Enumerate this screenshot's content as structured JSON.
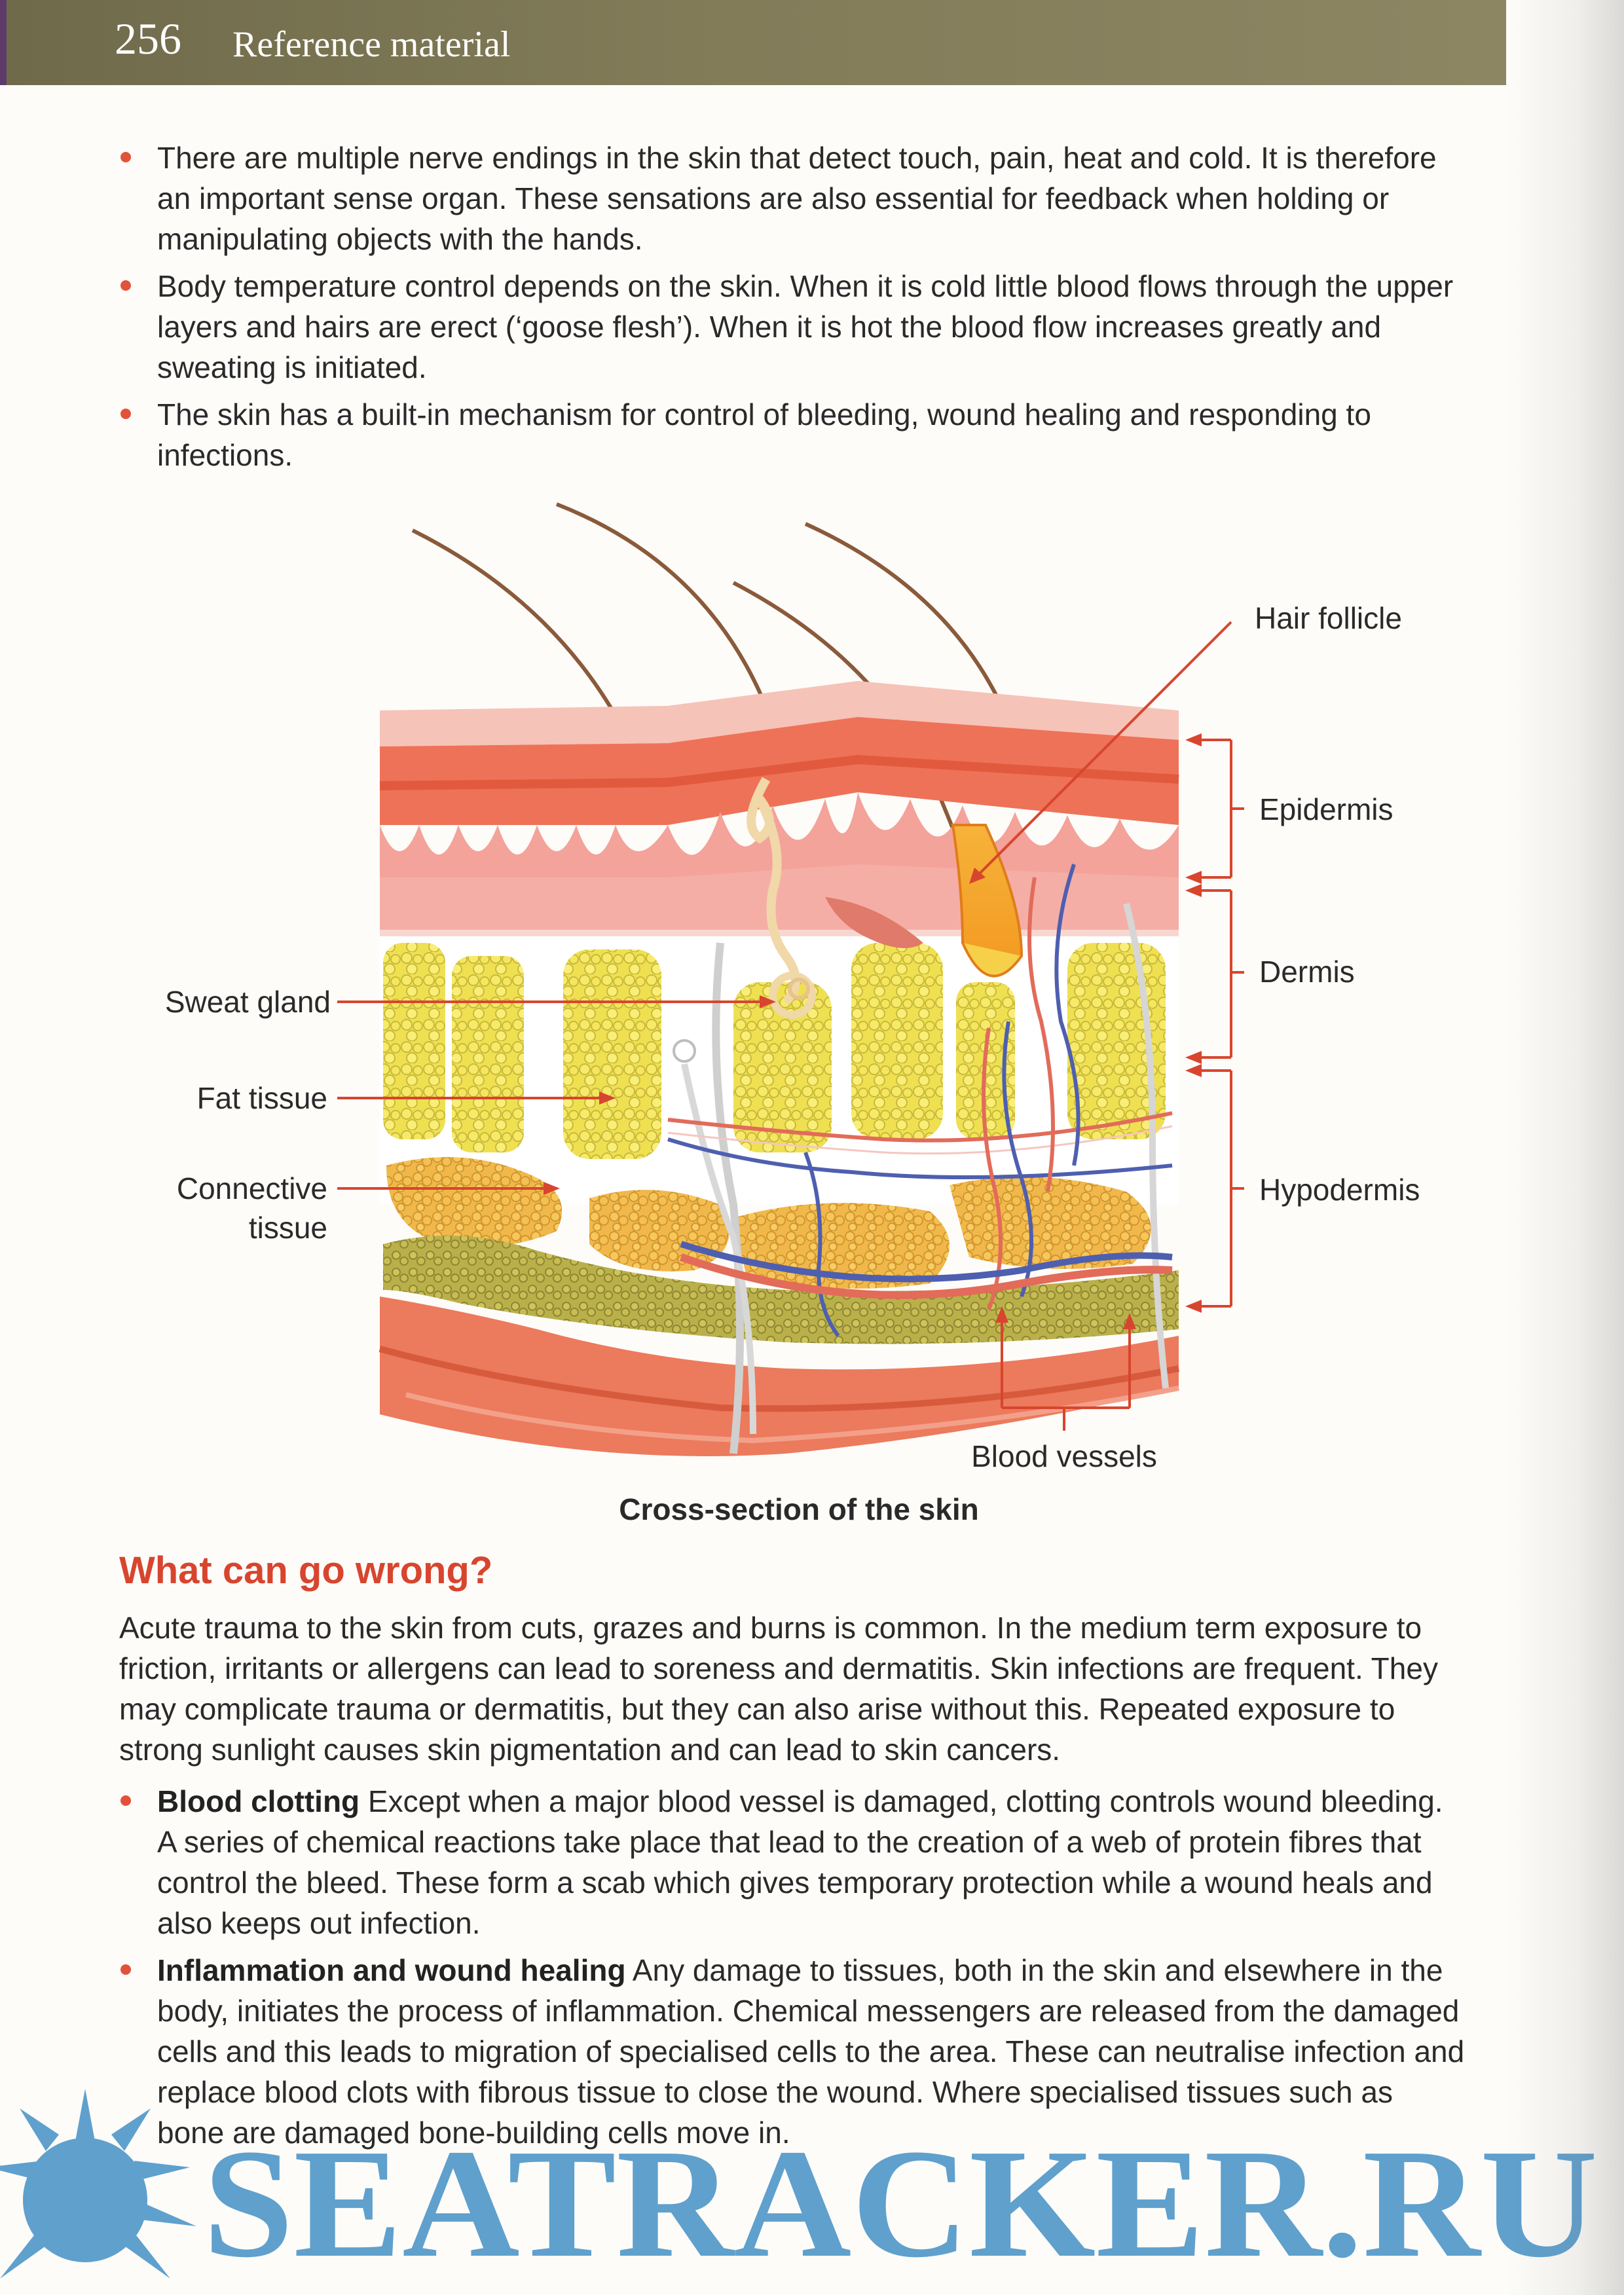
{
  "header": {
    "page_number": "256",
    "title": "Reference material"
  },
  "intro_bullets": [
    "There are multiple nerve endings in the skin that detect touch, pain, heat and cold. It is therefore an important sense organ. These sensations are also essential for feedback when holding or manipulating objects with the hands.",
    "Body temperature control depends on the skin. When it is cold little blood flows through the upper layers and hairs are erect (‘goose flesh’). When it is hot the blood flow increases greatly and sweating is initiated.",
    "The skin has a built-in mechanism for control of bleeding, wound healing and responding to infections."
  ],
  "figure": {
    "labels": {
      "hair_follicle": "Hair follicle",
      "epidermis": "Epidermis",
      "dermis": "Dermis",
      "hypodermis": "Hypodermis",
      "sweat_gland": "Sweat gland",
      "fat_tissue": "Fat tissue",
      "connective_line1": "Connective",
      "connective_line2": "tissue",
      "blood_vessels": "Blood vessels"
    },
    "caption": "Cross-section of the skin"
  },
  "section": {
    "heading": "What can go wrong?",
    "paragraph": "Acute trauma to the skin from cuts, grazes and burns is common. In the medium term exposure to friction, irritants or allergens can lead to soreness and dermatitis. Skin infections are frequent. They may complicate trauma or dermatitis, but they can also arise without this. Repeated exposure to strong sunlight causes skin pigmentation and can lead to skin cancers.",
    "bullets": [
      {
        "term": "Blood clotting",
        "text": " Except when a major blood vessel is damaged, clotting controls wound bleeding. A series of chemical reactions take place that lead to the creation of a web of protein fibres that control the bleed. These form a scab which gives temporary protection while a wound heals and also keeps out infection."
      },
      {
        "term": "Inflammation and wound healing",
        "text": " Any damage to tissues, both in the skin and elsewhere in the body, initiates the process of inflammation. Chemical messengers are released from the damaged cells and this leads to migration of specialised cells to the area. These can neutralise infection and replace blood clots with fibrous tissue to close the wound. Where specialised tissues such as bone are damaged bone-building cells move in."
      }
    ]
  },
  "watermark": {
    "text": "SEATRACKER.RU"
  },
  "colors": {
    "accent": "#d8452e",
    "header_band": "#817b58",
    "watermark": "#4f97c9",
    "bullet": "#e2523a"
  }
}
